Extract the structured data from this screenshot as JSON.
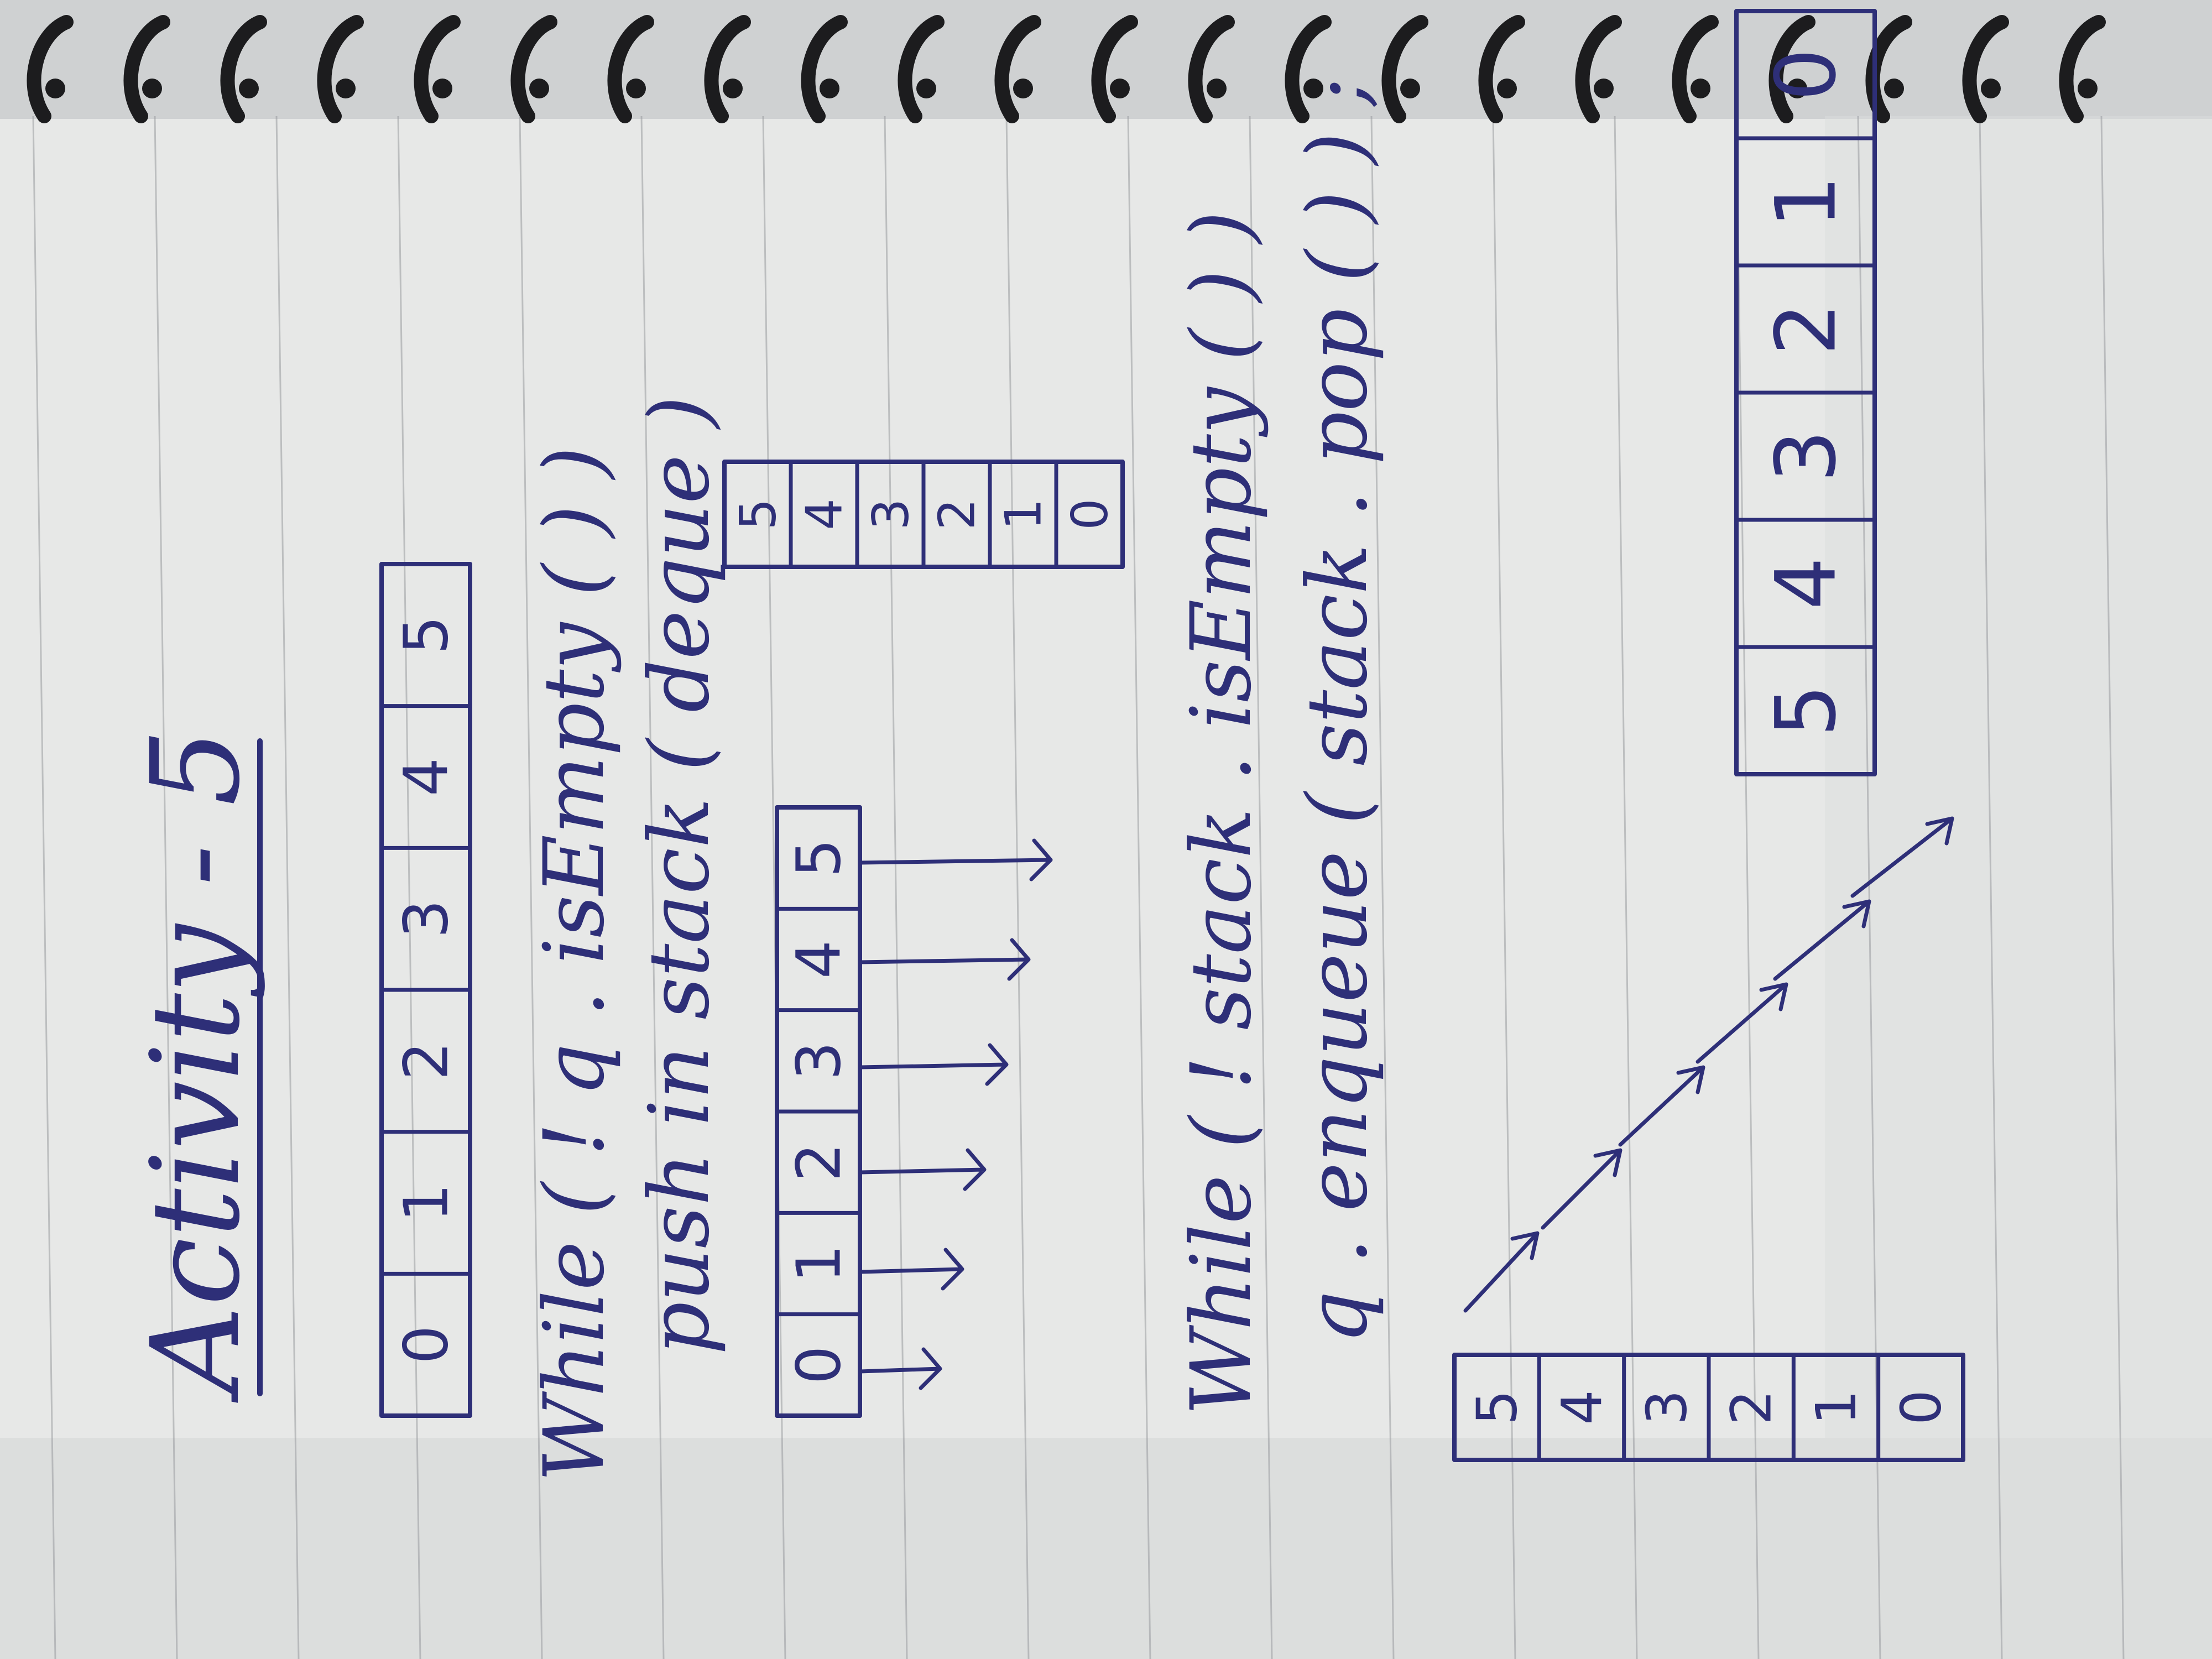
{
  "notebook": {
    "title": "Activity - 5",
    "colors": {
      "paper": "#e7e8e7",
      "ink": "#2e2f78",
      "rule": "#9a9ca0",
      "spiral": "#1c1c1e",
      "background": "#cfd1d2"
    }
  },
  "queue_initial": [
    "0",
    "1",
    "2",
    "3",
    "4",
    "5"
  ],
  "code_block_1": {
    "line1": "While ( ! q . isEmpty ( ) )",
    "line2": "push in stack ( deque )"
  },
  "queue_transfer": {
    "cells": [
      "0",
      "1",
      "2",
      "3",
      "4",
      "5"
    ]
  },
  "stack_after_push": [
    "5",
    "4",
    "3",
    "2",
    "1",
    "0"
  ],
  "code_block_2": {
    "line1": "While ( ! stack . isEmpty ( ) )",
    "line2": "q . enqueue ( stack . pop ( ) ) ;"
  },
  "stack_before_pop": [
    "5",
    "4",
    "3",
    "2",
    "1",
    "0"
  ],
  "queue_result": [
    "5",
    "4",
    "3",
    "2",
    "1",
    "0"
  ]
}
